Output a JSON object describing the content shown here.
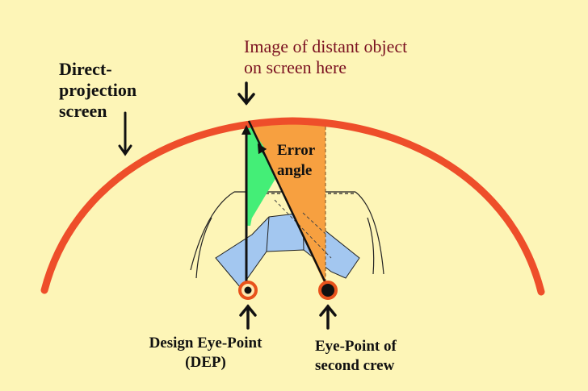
{
  "labels": {
    "screen": {
      "line1": "Direct-",
      "line2": "projection",
      "line3": "screen"
    },
    "image": {
      "line1": "Image of distant object",
      "line2": "on screen here"
    },
    "error": {
      "line1": "Error",
      "line2": "angle"
    },
    "design_eye_point": {
      "line1": "Design Eye-Point",
      "line2": "(DEP)"
    },
    "second_crew": {
      "line1": "Eye-Point of",
      "line2": "second crew"
    }
  },
  "colors": {
    "background": "#fdf5b7",
    "screen_arc": "#ee4e2a",
    "error_wedge_green": "#44ee77",
    "view_wedge_orange": "#f7a040",
    "cockpit_blue": "#a3c7f0",
    "eye_point_ring": "#e8521c",
    "image_text": "#7a1020"
  },
  "icons": {
    "screen_pointer": "down-arrow-icon",
    "image_pointer": "down-arrow-icon",
    "eye_markers": "circle-marker-icon",
    "eye_pointers": "up-arrow-icon"
  }
}
